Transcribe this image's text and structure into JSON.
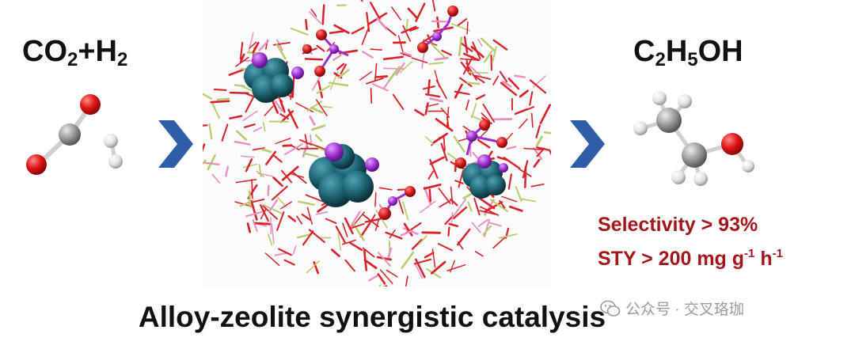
{
  "reactants": {
    "parts": [
      {
        "text": "CO",
        "sub": "2"
      },
      {
        "text": "+H",
        "sub": "2"
      }
    ]
  },
  "product": {
    "parts": [
      {
        "text": "C",
        "sub": "2"
      },
      {
        "text": "H",
        "sub": "5"
      },
      {
        "text": "OH",
        "sub": ""
      }
    ]
  },
  "metrics": {
    "selectivity": "Selectivity > 93%",
    "sty_prefix": "STY > 200 mg g",
    "sty_exp1": "-1",
    "sty_mid": " h",
    "sty_exp2": "-1"
  },
  "caption": "Alloy-zeolite synergistic catalysis",
  "watermark": "公众号 · 交叉珞珈",
  "colors": {
    "arrow": "#2f5ea8",
    "metric_text": "#a3161a",
    "framework_red": "#d9232a",
    "framework_pink": "#e78fc3",
    "framework_green": "#b6cc6a",
    "alloy_teal": "#1c5f6f",
    "alloy_purple": "#9b2fcf",
    "oxygen": "#d01818",
    "carbon": "#8c8c8c",
    "hydrogen": "#e6e6e6"
  },
  "icons": [
    "chevron-right-icon",
    "chevron-right-icon",
    "wechat-icon"
  ]
}
